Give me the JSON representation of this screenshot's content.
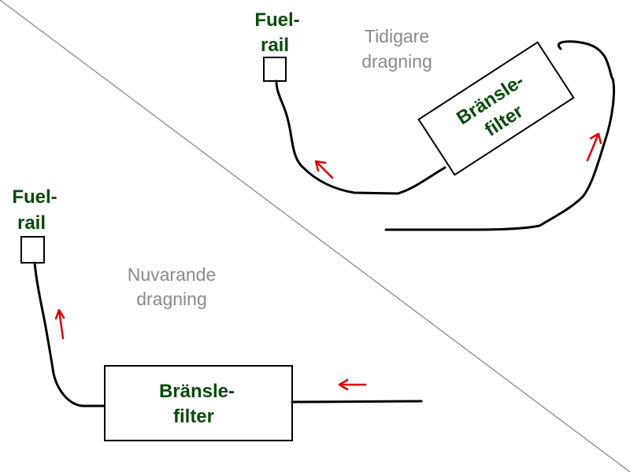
{
  "previous_routing": {
    "label_line1": "Tidigare",
    "label_line2": "dragning",
    "fuel_rail_line1": "Fuel-",
    "fuel_rail_line2": "rail",
    "filter_line1": "Bränsle-",
    "filter_line2": "filter"
  },
  "current_routing": {
    "label_line1": "Nuvarande",
    "label_line2": "dragning",
    "fuel_rail_line1": "Fuel-",
    "fuel_rail_line2": "rail",
    "filter_line1": "Bränsle-",
    "filter_line2": "filter"
  },
  "colors": {
    "label_text": "#0a4a0a",
    "caption_text": "#8a8a8a",
    "flow_arrow": "#e00000",
    "line": "#000000"
  }
}
